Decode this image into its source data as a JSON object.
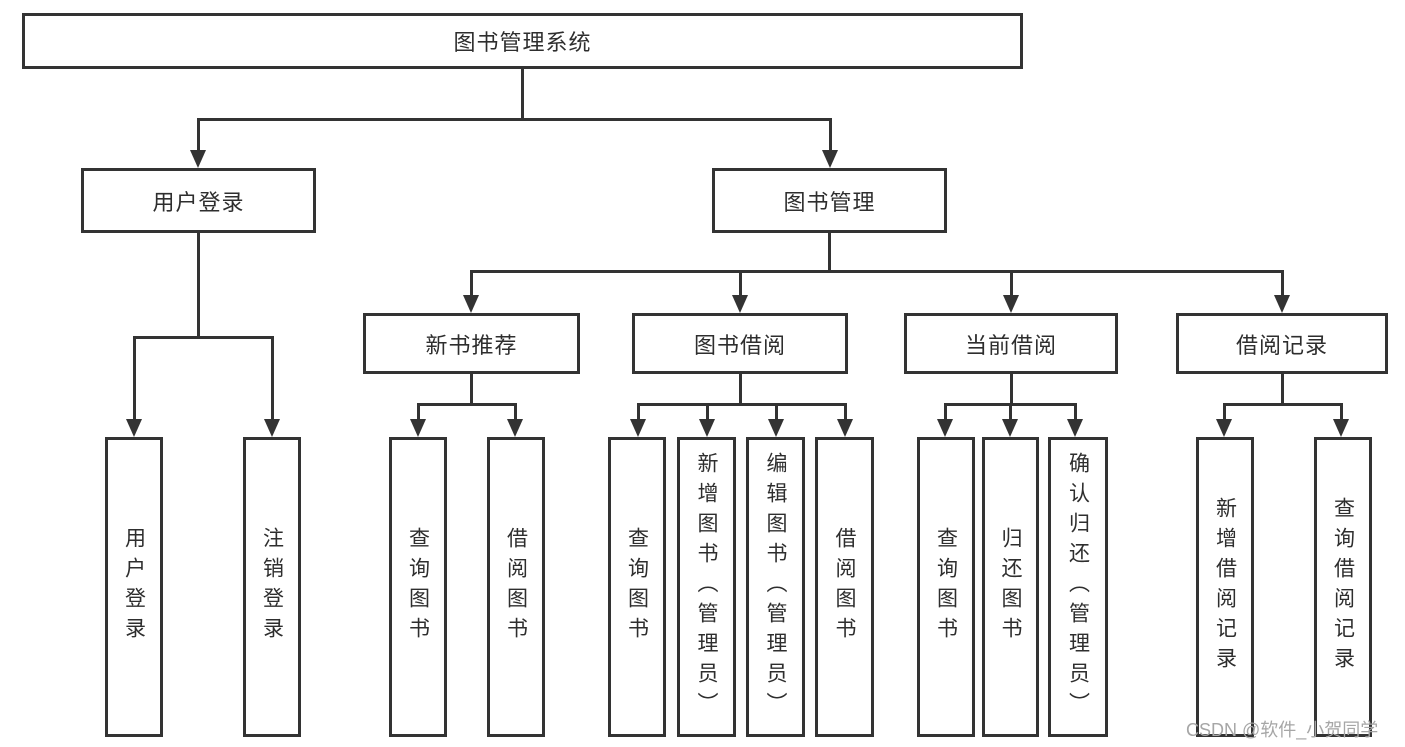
{
  "tree": {
    "root": {
      "label": "图书管理系统",
      "children": [
        {
          "label": "用户登录",
          "children": [
            {
              "label": "用户登录"
            },
            {
              "label": "注销登录"
            }
          ]
        },
        {
          "label": "图书管理",
          "children": [
            {
              "label": "新书推荐",
              "children": [
                {
                  "label": "查询图书"
                },
                {
                  "label": "借阅图书"
                }
              ]
            },
            {
              "label": "图书借阅",
              "children": [
                {
                  "label": "查询图书"
                },
                {
                  "label": "新增图书（管理员）"
                },
                {
                  "label": "编辑图书（管理员）"
                },
                {
                  "label": "借阅图书"
                }
              ]
            },
            {
              "label": "当前借阅",
              "children": [
                {
                  "label": "查询图书"
                },
                {
                  "label": "归还图书"
                },
                {
                  "label": "确认归还（管理员）"
                }
              ]
            },
            {
              "label": "借阅记录",
              "children": [
                {
                  "label": "新增借阅记录"
                },
                {
                  "label": "查询借阅记录"
                }
              ]
            }
          ]
        }
      ]
    }
  },
  "watermark": {
    "text": "CSDN @软件_小贺同学"
  },
  "colors": {
    "line": "#333333",
    "text": "#2e2e2e",
    "background": "#ffffff",
    "watermark_text": "#a6a6a6"
  }
}
